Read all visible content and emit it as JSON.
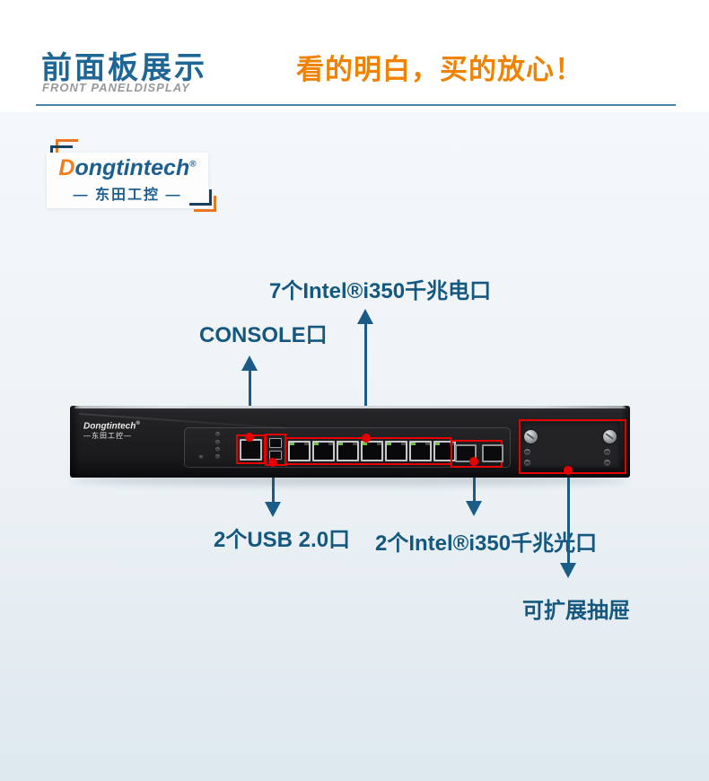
{
  "header": {
    "title": "前面板展示",
    "subtitle": "FRONT PANELDISPLAY",
    "slogan": "看的明白，买的放心！"
  },
  "logo": {
    "brand_d": "D",
    "brand_rest": "ongtintech",
    "reg": "®",
    "brand_cn_line": "— 东田工控 —"
  },
  "device": {
    "print_brand": "Dongtintech",
    "print_reg": "®",
    "print_cn": "—东田工控—",
    "lan_port_count": 7,
    "sfp_port_count": 2
  },
  "annotations": {
    "lan": "7个Intel®i350千兆电口",
    "console": "CONSOLE口",
    "usb": "2个USB 2.0口",
    "sfp": "2个Intel®i350千兆光口",
    "drawer": "可扩展抽屉"
  },
  "colors": {
    "title_blue": "#1e6696",
    "slogan_orange": "#f08200",
    "label_blue": "#14587f",
    "arrow_blue": "#1a5c87",
    "annotation_red": "#e60000",
    "logo_navy": "#1d5e90",
    "logo_orange": "#ef7f1a"
  }
}
